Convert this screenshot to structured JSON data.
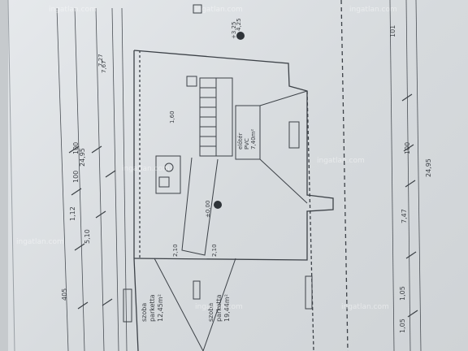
{
  "watermark": "ingatlan.com",
  "dims_top": [
    "405",
    "5,10",
    "1,12",
    "100",
    "100",
    "24,95"
  ],
  "dims_bottom": [
    "1,05",
    "1,05",
    "7,47",
    "100",
    "24,95",
    "101"
  ],
  "dims_right_col": [
    "4,25",
    "7,67",
    "7,27"
  ],
  "dims_stair": [
    "1,60",
    "2,10",
    "2,10"
  ],
  "room_living": [
    "szoba",
    "parketta",
    "19,44m²"
  ],
  "room_bed": [
    "szoba",
    "parketta",
    "12,45m²"
  ],
  "room_hall": [
    "előtér",
    "PVC",
    "7,40m²"
  ],
  "elev_mark": "±0,00",
  "elev_mark2": "+3,25"
}
